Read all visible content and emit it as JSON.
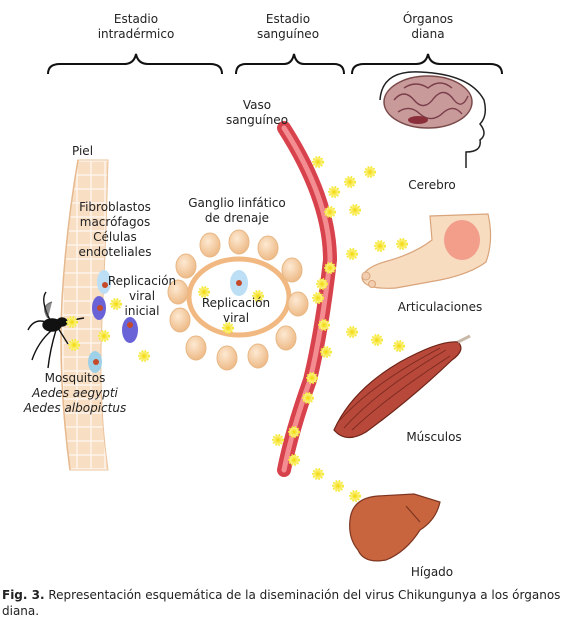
{
  "stages": {
    "intradermal_l1": "Estadio",
    "intradermal_l2": "intradérmico",
    "blood_l1": "Estadio",
    "blood_l2": "sanguíneo",
    "organs_l1": "Órganos",
    "organs_l2": "diana"
  },
  "labels": {
    "vessel_l1": "Vaso",
    "vessel_l2": "sanguíneo",
    "skin": "Piel",
    "cells_l1": "Fibroblastos",
    "cells_l2": "macrófagos",
    "cells_l3": "Células",
    "cells_l4": "endoteliales",
    "lymph_l1": "Ganglio linfático",
    "lymph_l2": "de drenaje",
    "initial_rep_l1": "Replicación",
    "initial_rep_l2": "viral",
    "initial_rep_l3": "inicial",
    "node_rep_l1": "Replicación",
    "node_rep_l2": "viral",
    "mosquitos": "Mosquitos",
    "species1": "Aedes aegypti",
    "species2": "Aedes albopictus"
  },
  "organs": {
    "brain": "Cerebro",
    "joints": "Articulaciones",
    "muscles": "Músculos",
    "liver": "Hígado"
  },
  "caption": {
    "label": "Fig. 3.",
    "text": " Representación esquemática de la diseminación del virus Chikungunya a los órganos diana."
  },
  "colors": {
    "vessel": "#e8505a",
    "virus": "#f5e93a",
    "node_fill": "#f3c79a",
    "skin": "#f6d9b8",
    "muscle": "#b5493a",
    "liver": "#c8653e"
  }
}
